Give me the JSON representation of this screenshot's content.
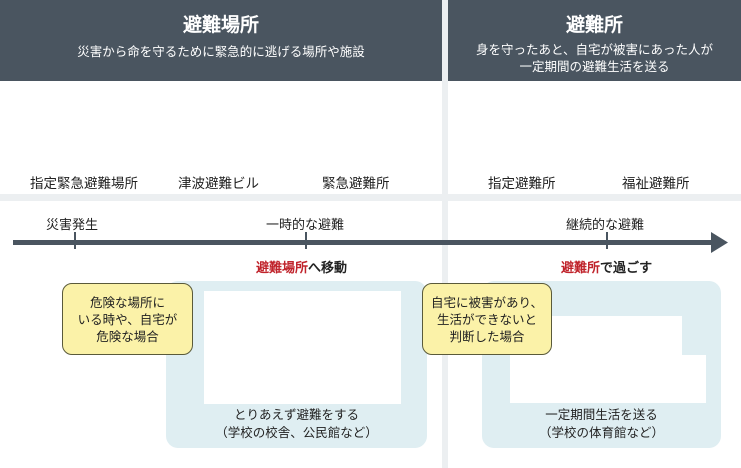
{
  "left_header": {
    "title": "避難場所",
    "subtitle": "災害から命を守るために緊急的に逃げる場所や施設"
  },
  "right_header": {
    "title": "避難所",
    "subtitle_line1": "身を守ったあと、自宅が被害にあった人が",
    "subtitle_line2": "一定期間の避難生活を送る"
  },
  "left_types": [
    "指定緊急避難場所",
    "津波避難ビル",
    "緊急避難所"
  ],
  "right_types": [
    "指定避難所",
    "福祉避難所"
  ],
  "timeline": {
    "labels": [
      "災害発生",
      "一時的な避難",
      "継続的な避難"
    ]
  },
  "moves": {
    "left_red": "避難場所",
    "left_rest": "へ移動",
    "right_red": "避難所",
    "right_rest": "で過ごす"
  },
  "notes": {
    "danger": [
      "危険な場所に",
      "いる時や、自宅が",
      "危険な場合"
    ],
    "damage": [
      "自宅に被害があり、",
      "生活ができないと",
      "判断した場合"
    ]
  },
  "captions": {
    "left_line1": "とりあえず避難をする",
    "left_line2": "（学校の校舎、公民館など）",
    "right_line1": "一定期間生活を送る",
    "right_line2": "（学校の体育館など）"
  },
  "colors": {
    "header": "#4a5560",
    "accent_red": "#c0242c",
    "note_yellow": "#fbf2a8",
    "panel_blue": "#dfeef2"
  }
}
